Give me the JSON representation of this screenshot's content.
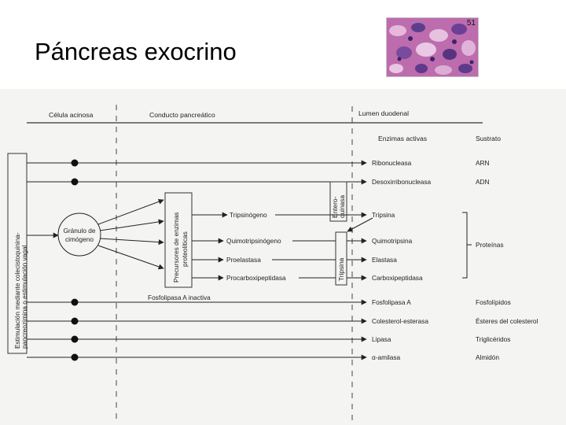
{
  "slide": {
    "title": "Páncreas exocrino",
    "micrograph_label": "51"
  },
  "diagram": {
    "headers": {
      "cell": "Célula acinosa",
      "duct": "Conducto pancreático",
      "lumen": "Lumen duodenal",
      "active_enzymes": "Enzimas activas",
      "substrate": "Sustrato"
    },
    "stimulation_line1": "Estimulación mediante colecistoquinina-",
    "stimulation_line2": "pancreozimina o estimulación vagal",
    "granule_line1": "Gránulo de",
    "granule_line2": "cimógeno",
    "precursors_line1": "Precursores de enzimas",
    "precursors_line2": "proteolíticas",
    "enterokinase_line1": "Entero-",
    "enterokinase_line2": "quinasa",
    "trypsin_box": "Tripsina",
    "precursor_items": [
      "Tripsinógeno",
      "Quimotripsinógeno",
      "Proelastasa",
      "Procarboxipeptidasa"
    ],
    "phospholipase_inactive": "Fosfolipasa A inactiva",
    "enzymes": [
      "Ribonucleasa",
      "Desoxirribonucleasa",
      "Tripsina",
      "Quimotripsina",
      "Elastasa",
      "Carboxipeptidasa",
      "Fosfolipasa A",
      "Colesterol-esterasa",
      "Lipasa",
      "α-amilasa"
    ],
    "substrates": {
      "arn": "ARN",
      "adn": "ADN",
      "proteins": "Proteínas",
      "phospholipids": "Fosfolípidos",
      "cholesterol_esters": "Ésteres del colesterol",
      "triglycerides": "Triglicéridos",
      "starch": "Almidón"
    }
  }
}
